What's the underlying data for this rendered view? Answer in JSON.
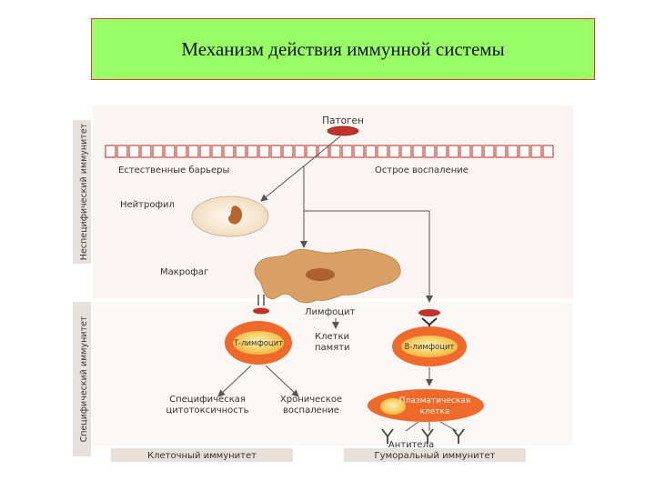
{
  "title": "Механизм действия иммунной системы",
  "diagram": {
    "pathogen": "Патоген",
    "barriers": "Естественные барьеры",
    "inflammation": "Острое воспаление",
    "neutrophil": "Нейтрофил",
    "macrophage": "Макрофаг",
    "lymphocyte": "Лимфоцит",
    "memory_line1": "Клетки",
    "memory_line2": "памяти",
    "t_cell": "Т-лимфоцит",
    "b_cell": "В-лимфоцит",
    "plasma_line1": "Плазматическая",
    "plasma_line2": "клетка",
    "antibodies": "Антитела",
    "specific_line1": "Специфическая",
    "specific_line2": "цитотоксичность",
    "chronic_line1": "Хроническое",
    "chronic_line2": "воспаление",
    "cellular_immunity": "Клеточный иммунитет",
    "humoral_immunity": "Гуморальный иммунитет",
    "nonspecific_immunity": "Неспецифический иммунитет",
    "specific_immunity": "Специфический иммунитет"
  }
}
